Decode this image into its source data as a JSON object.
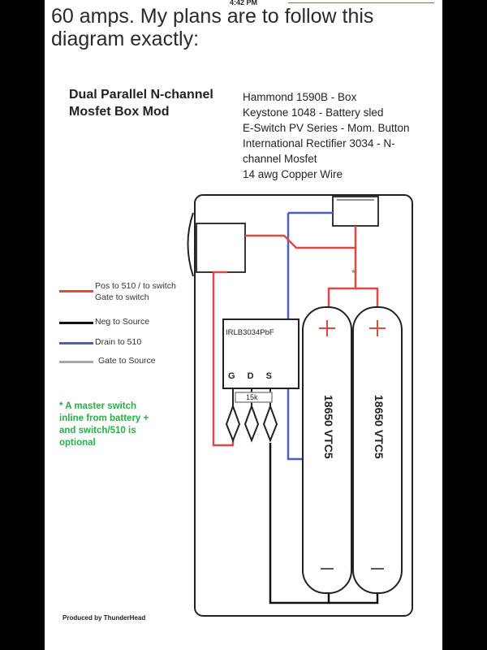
{
  "status": {
    "time": "4:42 PM"
  },
  "header": {
    "lines": [
      "60 amps. My plans are to follow this",
      "diagram exactly:"
    ]
  },
  "diagram": {
    "title_lines": [
      "Dual Parallel N-channel",
      "Mosfet Box Mod"
    ],
    "parts": [
      "Hammond 1590B - Box",
      "Keystone 1048 - Battery sled",
      "E-Switch PV Series - Mom. Button",
      "International Rectifier 3034 - N-",
      "channel Mosfet",
      "14 awg Copper Wire"
    ],
    "legend": [
      {
        "line1": "Pos to 510 / to switch",
        "line2": "Gate to switch",
        "color": "#e04848"
      },
      {
        "line1": "Neg to Source",
        "color": "#111111"
      },
      {
        "line1": "Drain to 510",
        "color": "#4a5fc4"
      },
      {
        "line1": "Gate to Source",
        "color": "#a8a8a8"
      }
    ],
    "note_lines": [
      "* A master switch",
      "inline from battery +",
      "and switch/510 is",
      "optional"
    ],
    "mosfet": {
      "label": "IRLB3034PbF",
      "pins": "G D S"
    },
    "resistor": "15k",
    "cells": [
      "18650 VTC5",
      "18650 VTC5"
    ],
    "credit": "Produced by ThunderHead",
    "colors": {
      "red": "#e04848",
      "black": "#111111",
      "blue": "#4a5fc4",
      "gray": "#a8a8a8",
      "green": "#2bae4a"
    }
  }
}
